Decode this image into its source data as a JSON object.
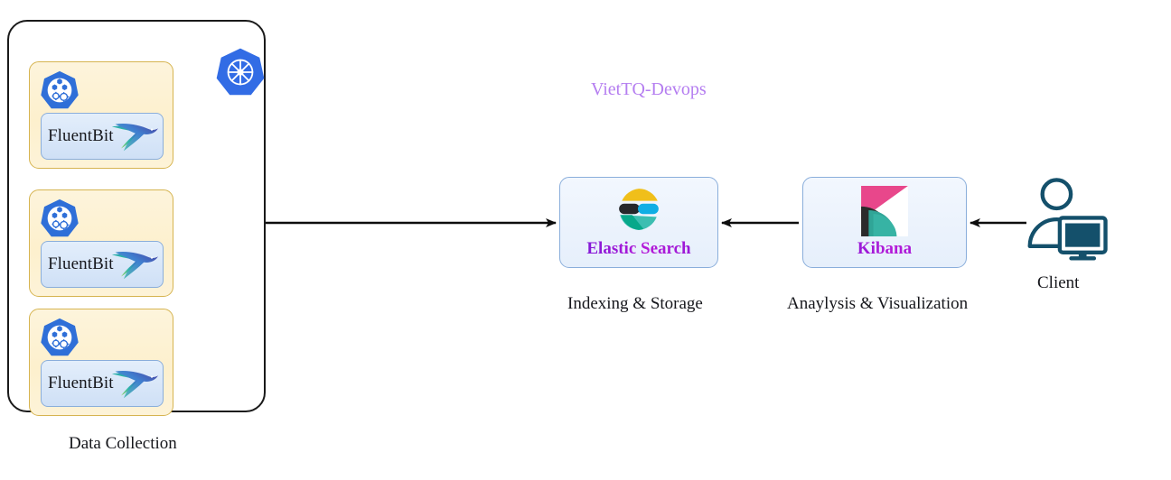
{
  "diagram": {
    "title": "VietTQ-Devops",
    "title_color": "#b57ef0"
  },
  "cluster": {
    "name": "kubernetes-cluster",
    "caption": "Data Collection",
    "logo_icon": "kubernetes-icon",
    "pods": [
      {
        "pod_icon": "kubernetes-pod-icon",
        "service_label": "FluentBit",
        "service_icon": "fluentbit-bird-icon"
      },
      {
        "pod_icon": "kubernetes-pod-icon",
        "service_label": "FluentBit",
        "service_icon": "fluentbit-bird-icon"
      },
      {
        "pod_icon": "kubernetes-pod-icon",
        "service_label": "FluentBit",
        "service_icon": "fluentbit-bird-icon"
      }
    ]
  },
  "services": [
    {
      "name": "Elastic Search",
      "caption": "Indexing & Storage",
      "logo_icon": "elasticsearch-icon",
      "name_color": "#8b1ad8"
    },
    {
      "name": "Kibana",
      "caption": "Anaylysis & Visualization",
      "logo_icon": "kibana-icon",
      "name_color": "#8b1ad8"
    }
  ],
  "client": {
    "label": "Client",
    "icon": "user-with-monitor-icon",
    "color": "#14506b"
  },
  "colors": {
    "kubernetes_blue": "#326ce5",
    "pod_border": "#d6b450",
    "pod_fill": "#fdf0cd",
    "card_border": "#8aaedb",
    "card_fill": "#e3eefb",
    "connector": "#1a1a1a"
  }
}
